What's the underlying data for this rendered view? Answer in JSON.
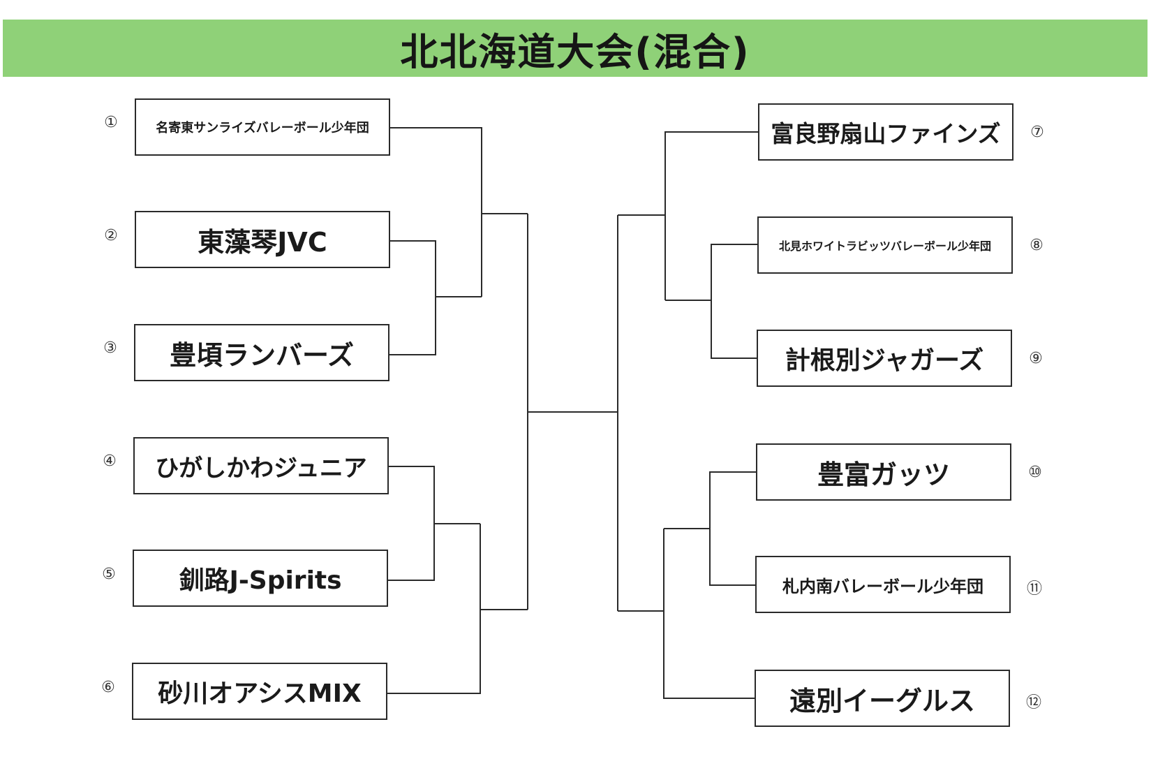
{
  "title": "北北海道大会(混合)",
  "colors": {
    "title_bar": "#8fd178",
    "line": "#2a2a2a"
  },
  "teams": [
    {
      "seed": "①",
      "name": "名寄東サンライズバレーボール少年団"
    },
    {
      "seed": "②",
      "name": "東藻琴JVC"
    },
    {
      "seed": "③",
      "name": "豊頃ランバーズ"
    },
    {
      "seed": "④",
      "name": "ひがしかわジュニア"
    },
    {
      "seed": "⑤",
      "name": "釧路J-Spirits"
    },
    {
      "seed": "⑥",
      "name": "砂川オアシスMIX"
    },
    {
      "seed": "⑦",
      "name": "富良野扇山ファインズ"
    },
    {
      "seed": "⑧",
      "name": "北見ホワイトラビッツバレーボール少年団"
    },
    {
      "seed": "⑨",
      "name": "計根別ジャガーズ"
    },
    {
      "seed": "⑩",
      "name": "豊富ガッツ"
    },
    {
      "seed": "⑪",
      "name": "札内南バレーボール少年団"
    },
    {
      "seed": "⑫",
      "name": "遠別イーグルス"
    }
  ]
}
